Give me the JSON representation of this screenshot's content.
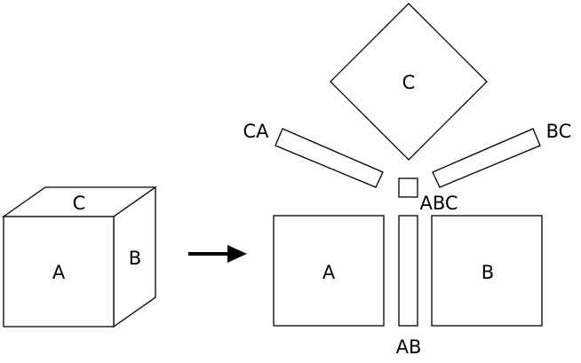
{
  "cube": {
    "face_a_label": "A",
    "face_b_label": "B",
    "face_c_label": "C"
  },
  "arrow": {
    "icon": "arrow-right-icon"
  },
  "decomposition": {
    "square_a_label": "A",
    "square_b_label": "B",
    "diamond_c_label": "C",
    "slab_ab_label": "AB",
    "slab_ca_label": "CA",
    "slab_bc_label": "BC",
    "cube_abc_label": "ABC"
  }
}
